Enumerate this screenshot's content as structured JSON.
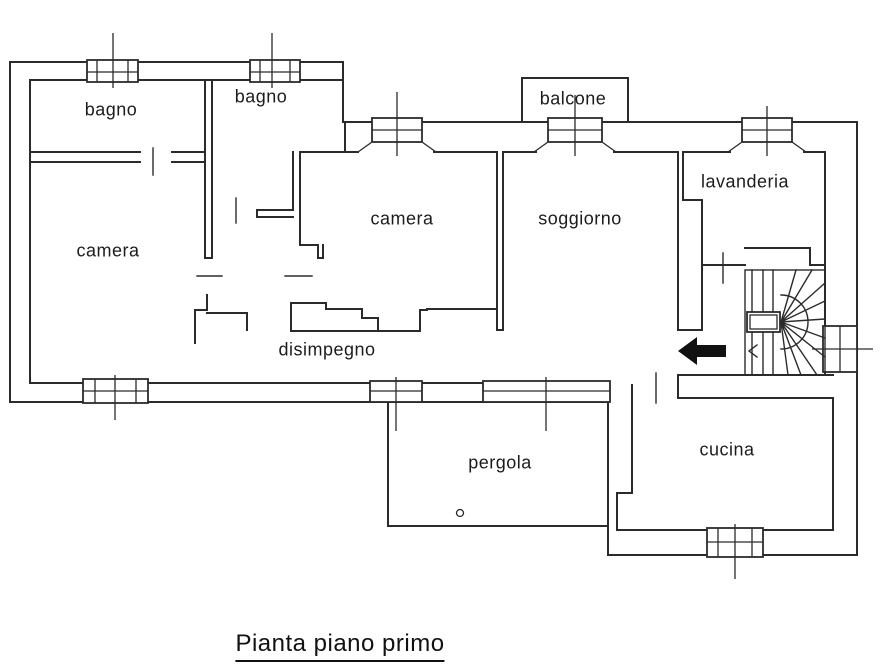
{
  "title": {
    "text": "Pianta piano primo"
  },
  "rooms": [
    {
      "id": "bagno-1",
      "label": "bagno"
    },
    {
      "id": "bagno-2",
      "label": "bagno"
    },
    {
      "id": "camera-1",
      "label": "camera"
    },
    {
      "id": "camera-2",
      "label": "camera"
    },
    {
      "id": "balcone",
      "label": "balcone"
    },
    {
      "id": "soggiorno",
      "label": "soggiorno"
    },
    {
      "id": "lavanderia",
      "label": "lavanderia"
    },
    {
      "id": "disimpegno",
      "label": "disimpegno"
    },
    {
      "id": "pergola",
      "label": "pergola"
    },
    {
      "id": "cucina",
      "label": "cucina"
    }
  ],
  "symbols": {
    "entrance_arrow": "solid left-pointing arrow",
    "stairs": "winder staircase with landing and radiating treads",
    "window": "double-frame window symbol with center axis tick",
    "pergola_column": "small round post"
  },
  "colors": {
    "ink": "#2b2b2b",
    "background": "#ffffff"
  }
}
